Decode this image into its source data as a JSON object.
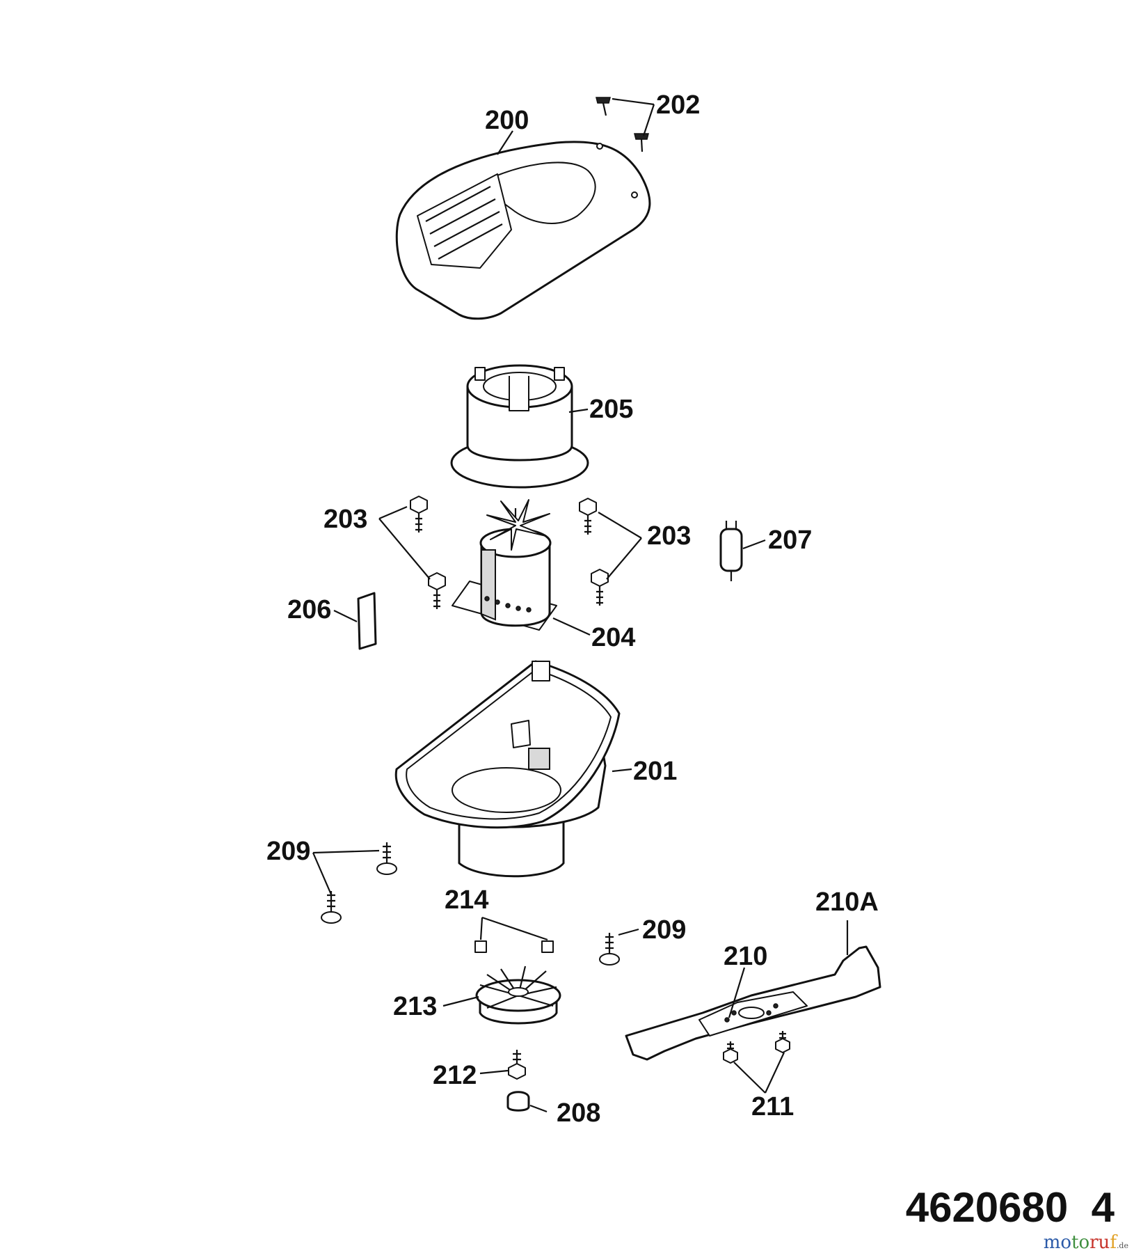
{
  "diagram": {
    "part_labels": {
      "p200": "200",
      "p202": "202",
      "p205": "205",
      "p203a": "203",
      "p203b": "203",
      "p207": "207",
      "p206": "206",
      "p204": "204",
      "p201": "201",
      "p209a": "209",
      "p214": "214",
      "p209b": "209",
      "p210A": "210A",
      "p210": "210",
      "p213": "213",
      "p212": "212",
      "p208": "208",
      "p211": "211"
    },
    "document_number": "4620680  4",
    "watermark": {
      "c1": "mo",
      "c2": "to",
      "c3": "ru",
      "c4": "f",
      "tld": ".de"
    }
  }
}
